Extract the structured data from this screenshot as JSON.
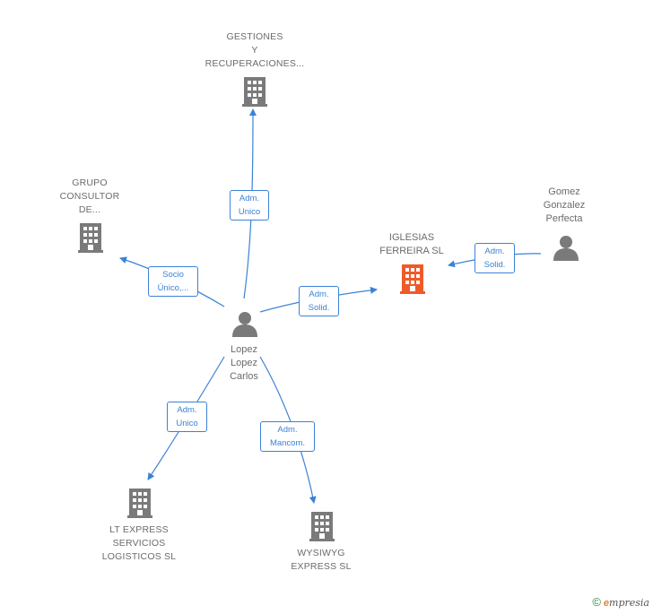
{
  "nodes": {
    "gestiones": {
      "lines": [
        "GESTIONES",
        "Y",
        "RECUPERACIONES..."
      ]
    },
    "grupo": {
      "lines": [
        "GRUPO",
        "CONSULTOR",
        "DE..."
      ]
    },
    "iglesias": {
      "lines": [
        "IGLESIAS",
        "FERREIRA SL"
      ]
    },
    "gomez": {
      "lines": [
        "Gomez",
        "Gonzalez",
        "Perfecta"
      ]
    },
    "lopez": {
      "lines": [
        "Lopez",
        "Lopez",
        "Carlos"
      ]
    },
    "ltexpress": {
      "lines": [
        "LT EXPRESS",
        "SERVICIOS",
        "LOGISTICOS SL"
      ]
    },
    "wysiwyg": {
      "lines": [
        "WYSIWYG",
        "EXPRESS  SL"
      ]
    }
  },
  "edges": {
    "to_gestiones": {
      "lines": [
        "Adm.",
        "Unico"
      ]
    },
    "to_grupo": {
      "lines": [
        "Socio",
        "Único,..."
      ]
    },
    "to_iglesias": {
      "lines": [
        "Adm.",
        "Solid."
      ]
    },
    "gomez_to_iglesias": {
      "lines": [
        "Adm.",
        "Solid."
      ]
    },
    "to_ltexpress": {
      "lines": [
        "Adm.",
        "Unico"
      ]
    },
    "to_wysiwyg": {
      "lines": [
        "Adm.",
        "Mancom."
      ]
    }
  },
  "colors": {
    "edge": "#3b82d6",
    "company": "#7a7a7a",
    "company_highlight": "#f05a28",
    "person": "#7a7a7a"
  },
  "footer": {
    "copyright": "©",
    "brand_initial": "e",
    "brand_rest": "mpresia"
  }
}
